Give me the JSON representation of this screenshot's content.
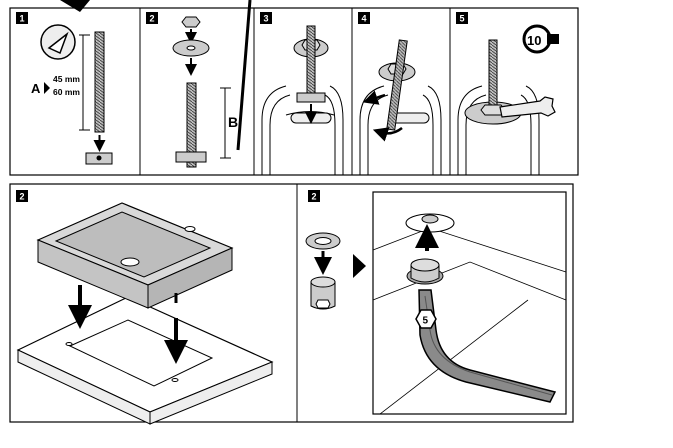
{
  "top_row": {
    "steps": [
      {
        "number": "1"
      },
      {
        "number": "2"
      },
      {
        "number": "3"
      },
      {
        "number": "4"
      },
      {
        "number": "5"
      }
    ],
    "label_a": "A",
    "length_45": "45 mm",
    "length_60": "60 mm",
    "label_b": "B",
    "torque_value": "10"
  },
  "bottom_row": {
    "left_step": "2",
    "right_step": "2",
    "hex_key_size": "5"
  }
}
